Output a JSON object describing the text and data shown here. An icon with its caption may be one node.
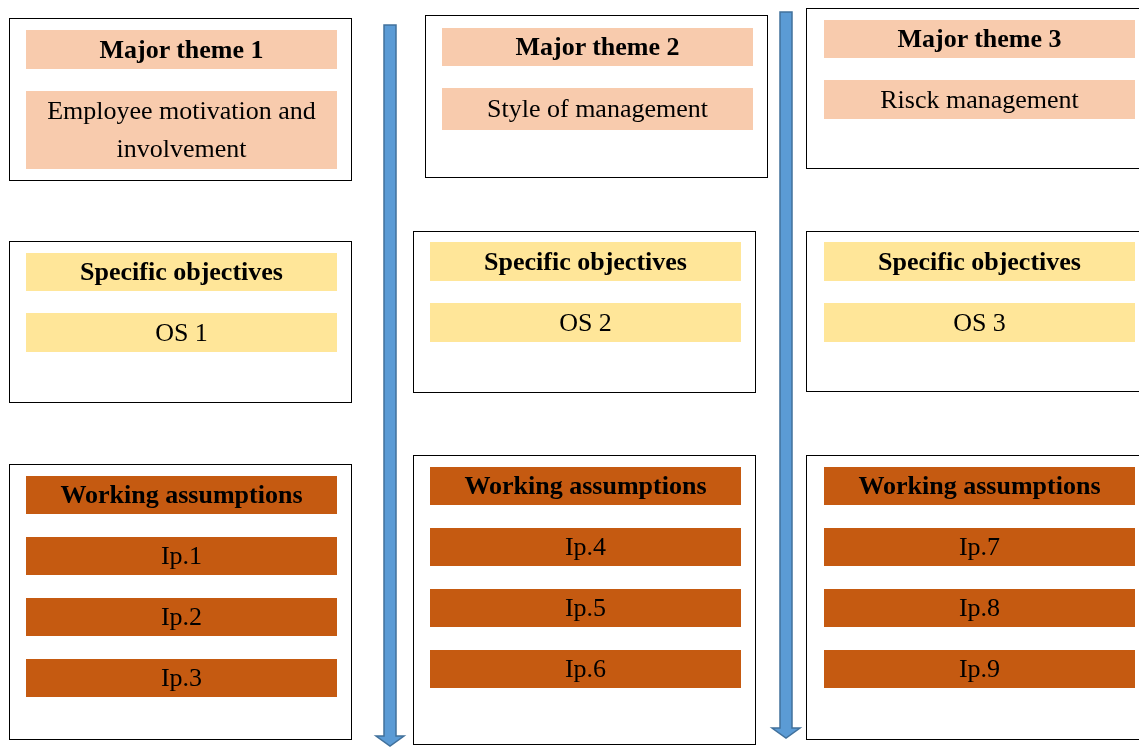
{
  "diagram": {
    "nodes": [
      {
        "text": [],
        "shape": "box"
      },
      {
        "text": [
          "Major theme 1"
        ],
        "in": 0
      },
      {
        "text": [
          "Employee motivation and involvement"
        ],
        "in": 0
      },
      {
        "text": [],
        "shape": "box"
      },
      {
        "text": [
          "Major theme 2"
        ],
        "in": 3
      },
      {
        "text": [
          "Style of management"
        ],
        "in": 3
      },
      {
        "text": [],
        "shape": "box"
      },
      {
        "text": [
          "Major theme 3"
        ],
        "in": 6
      },
      {
        "text": [
          "Risck management"
        ],
        "in": 6
      },
      {
        "text": [],
        "shape": "box"
      },
      {
        "text": [
          "Specific objectives"
        ],
        "in": 9
      },
      {
        "text": [
          "OS 1"
        ],
        "in": 9
      },
      {
        "text": [],
        "shape": "box"
      },
      {
        "text": [
          "Specific objectives"
        ],
        "in": 12
      },
      {
        "text": [
          "OS 2"
        ],
        "in": 12
      },
      {
        "text": [],
        "shape": "box"
      },
      {
        "text": [
          "Specific objectives"
        ],
        "in": 15
      },
      {
        "text": [
          "OS 3"
        ],
        "in": 15
      },
      {
        "text": [],
        "shape": "box"
      },
      {
        "text": [
          "Working assumptions"
        ],
        "in": 18
      },
      {
        "text": [
          "Ip.1"
        ],
        "in": 18
      },
      {
        "text": [
          "Ip.2"
        ],
        "in": 18
      },
      {
        "text": [
          "Ip.3"
        ],
        "in": 18
      },
      {
        "text": [],
        "shape": "box"
      },
      {
        "text": [
          "Working assumptions"
        ],
        "in": 23
      },
      {
        "text": [
          "Ip.4"
        ],
        "in": 23
      },
      {
        "text": [
          "Ip.5"
        ],
        "in": 23
      },
      {
        "text": [
          "Ip.6"
        ],
        "in": 23
      },
      {
        "text": [],
        "shape": "box"
      },
      {
        "text": [
          "Working assumptions"
        ],
        "in": 28
      },
      {
        "text": [
          "Ip.7"
        ],
        "in": 28
      },
      {
        "text": [
          "Ip.8"
        ],
        "in": 28
      },
      {
        "text": [
          "Ip.9"
        ],
        "in": 28
      }
    ],
    "edges": []
  }
}
